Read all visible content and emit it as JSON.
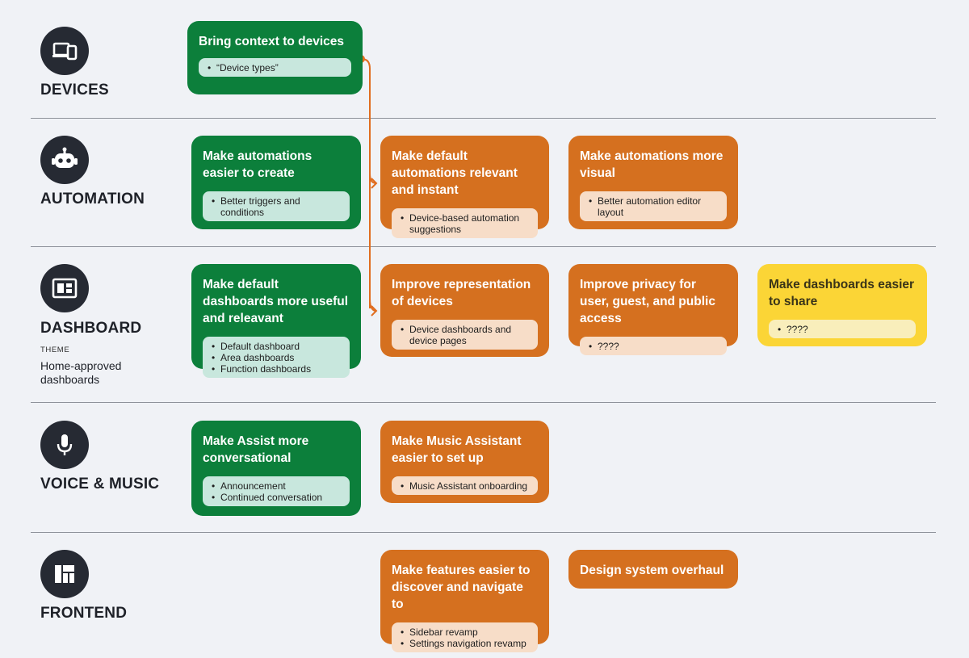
{
  "colors": {
    "green": "#0c7f3b",
    "orange": "#d5701f",
    "yellow": "#fbd536",
    "connector": "#e06d1f",
    "icon_bg": "#262a33"
  },
  "sections": [
    {
      "id": "devices",
      "title": "DEVICES",
      "icon": "devices-icon",
      "cards": [
        {
          "status": "green",
          "title": "Bring context to devices",
          "items": [
            "“Device types”"
          ]
        }
      ]
    },
    {
      "id": "automation",
      "title": "AUTOMATION",
      "icon": "robot-icon",
      "cards": [
        {
          "status": "green",
          "title": "Make automations easier to create",
          "items": [
            "Better triggers and conditions"
          ]
        },
        {
          "status": "orange",
          "title": "Make default automations relevant and instant",
          "items": [
            "Device-based automation suggestions"
          ]
        },
        {
          "status": "orange",
          "title": "Make automations more visual",
          "items": [
            "Better automation editor layout"
          ]
        }
      ]
    },
    {
      "id": "dashboard",
      "title": "DASHBOARD",
      "icon": "dashboard-icon",
      "theme_label": "THEME",
      "theme_value": "Home-approved dashboards",
      "cards": [
        {
          "status": "green",
          "title": "Make default dashboards more useful and releavant",
          "items": [
            "Default dashboard",
            "Area dashboards",
            "Function dashboards"
          ]
        },
        {
          "status": "orange",
          "title": "Improve representation of devices",
          "items": [
            "Device dashboards and device pages"
          ]
        },
        {
          "status": "orange",
          "title": "Improve privacy for user, guest, and public access",
          "items": [
            "????"
          ]
        },
        {
          "status": "yellow",
          "title": "Make dashboards easier to share",
          "items": [
            "????"
          ]
        }
      ]
    },
    {
      "id": "voice-music",
      "title": "VOICE & MUSIC",
      "icon": "microphone-icon",
      "cards": [
        {
          "status": "green",
          "title": "Make Assist more conversational",
          "items": [
            "Announcement",
            "Continued conversation"
          ]
        },
        {
          "status": "orange",
          "title": "Make Music Assistant easier to set up",
          "items": [
            "Music Assistant onboarding"
          ]
        }
      ]
    },
    {
      "id": "frontend",
      "title": "FRONTEND",
      "icon": "layout-icon",
      "cards": [
        {
          "status": "orange",
          "title": "Make features easier to discover and navigate to",
          "items": [
            "Sidebar revamp",
            "Settings navigation revamp"
          ]
        },
        {
          "status": "orange",
          "title": "Design system overhaul",
          "items": []
        }
      ]
    }
  ],
  "connector": {
    "from": "Bring context to devices",
    "to": [
      "Make default automations relevant and instant",
      "Improve representation of devices"
    ]
  }
}
